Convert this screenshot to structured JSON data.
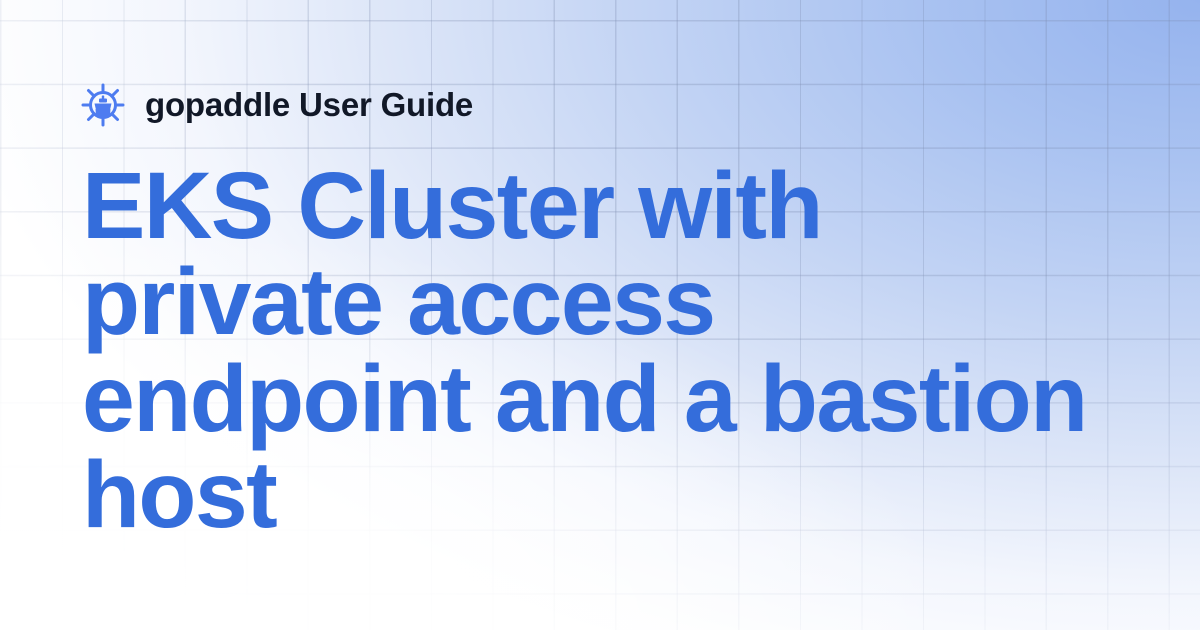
{
  "header": {
    "logo_icon": "ship-wheel-icon",
    "site_name": "gopaddle User Guide"
  },
  "title": {
    "text": "EKS Cluster with private access endpoint and a bastion host",
    "lines": [
      "EKS Cluster with",
      "private access",
      "endpoint and a bastion",
      "host"
    ]
  },
  "colors": {
    "title": "#346DDB",
    "site_name": "#111827",
    "logo": "#4E7CF0",
    "gradient_corner": "#95B3EE",
    "background": "#FFFFFF"
  }
}
